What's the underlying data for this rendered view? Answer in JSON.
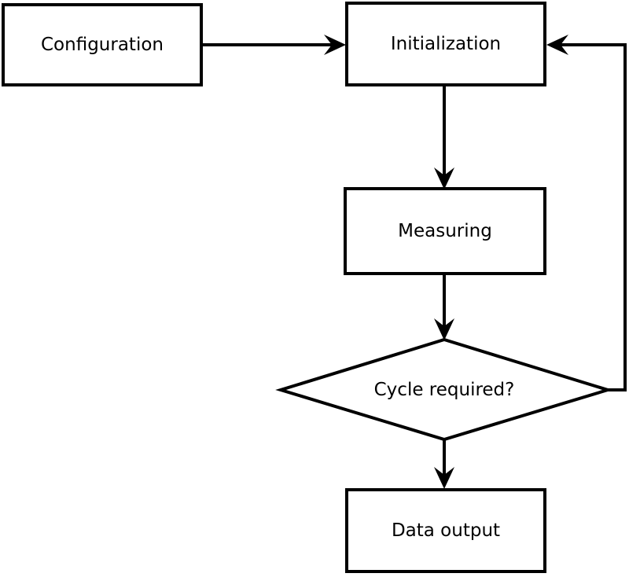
{
  "diagram": {
    "type": "flowchart",
    "background_color": "#ffffff",
    "stroke_color": "#000000",
    "node_fill_color": "#ffffff",
    "text_color": "#000000",
    "nodes": {
      "configuration": {
        "label": "Configuration",
        "shape": "rectangle"
      },
      "initialization": {
        "label": "Initialization",
        "shape": "rectangle"
      },
      "measuring": {
        "label": "Measuring",
        "shape": "rectangle"
      },
      "cycle_required": {
        "label": "Cycle required?",
        "shape": "diamond"
      },
      "data_output": {
        "label": "Data output",
        "shape": "rectangle"
      }
    },
    "edges": [
      {
        "from": "configuration",
        "to": "initialization",
        "direction": "right"
      },
      {
        "from": "initialization",
        "to": "measuring",
        "direction": "down"
      },
      {
        "from": "measuring",
        "to": "cycle_required",
        "direction": "down"
      },
      {
        "from": "cycle_required",
        "to": "data_output",
        "direction": "down"
      },
      {
        "from": "cycle_required",
        "to": "initialization",
        "direction": "right-up-feedback-loop"
      }
    ]
  }
}
